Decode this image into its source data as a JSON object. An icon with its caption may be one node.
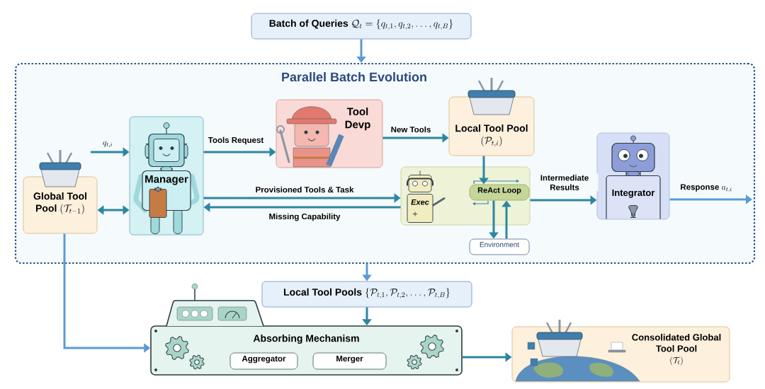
{
  "diagram": {
    "nodes": [
      {
        "text": [
          "Batch of Queries",
          "\\mathcal{Q}_t = \\{q_{t,1}, q_{t,2}, \\ldots, q_{t,B}\\}"
        ]
      },
      {
        "text": [
          "Parallel Batch Evolution"
        ]
      },
      {
        "text": [
          "Global Tool Pool",
          "(\\mathcal{T}_{t-1})"
        ],
        "in": 1
      },
      {
        "text": [
          "Manager"
        ],
        "in": 1
      },
      {
        "text": [
          "Tool Devp"
        ],
        "in": 1
      },
      {
        "text": [
          "Local Tool Pool",
          "(\\mathcal{P}_{t,i})"
        ],
        "in": 1
      },
      {
        "text": [
          "Exec"
        ],
        "in": 1
      },
      {
        "text": [
          "ReAct Loop"
        ],
        "in": 6
      },
      {
        "text": [
          "Environment"
        ],
        "in": 1
      },
      {
        "text": [
          "Integrator"
        ],
        "in": 1
      },
      {
        "text": [
          "Local Tool Pools",
          "\\{\\mathcal{P}_{t,1}, \\mathcal{P}_{t,2}, \\ldots, \\mathcal{P}_{t,B}\\}"
        ]
      },
      {
        "text": [
          "Absorbing Mechanism"
        ]
      },
      {
        "text": [
          "Aggregator"
        ],
        "in": 11
      },
      {
        "text": [
          "Merger"
        ],
        "in": 11
      },
      {
        "text": [
          "Consolidated Global Tool Pool",
          "(\\mathcal{T}_t)"
        ]
      }
    ],
    "edges": [
      {
        "from": 0,
        "to": 1,
        "arrow": "to",
        "color": "#5b9bd5"
      },
      {
        "from": null,
        "to": 3,
        "arrow": "to",
        "label": "q_{t,i}"
      },
      {
        "from": 2,
        "to": 3,
        "arrow": "both"
      },
      {
        "from": 3,
        "to": 4,
        "arrow": "to",
        "label": "Tools Request"
      },
      {
        "from": 4,
        "to": 5,
        "arrow": "to",
        "label": "New Tools"
      },
      {
        "from": 3,
        "to": 6,
        "arrow": "to",
        "label": "Provisioned Tools & Task"
      },
      {
        "from": 6,
        "to": 3,
        "arrow": "to",
        "label": "Missing Capability"
      },
      {
        "from": 5,
        "to": 7,
        "arrow": "to"
      },
      {
        "from": 7,
        "to": 8,
        "arrow": "to"
      },
      {
        "from": 8,
        "to": 7,
        "arrow": "to"
      },
      {
        "from": 6,
        "to": 9,
        "arrow": "to",
        "label": "Intermediate Results"
      },
      {
        "from": 9,
        "to": null,
        "arrow": "to",
        "label": "\\textbf{Response}\\; a_{t,i}",
        "color": "#5b9bd5"
      },
      {
        "from": 1,
        "to": 10,
        "arrow": "to",
        "color": "#5b9bd5"
      },
      {
        "from": 10,
        "to": 11,
        "arrow": "to"
      },
      {
        "from": 2,
        "to": 11,
        "arrow": "to",
        "color": "#5b9bd5"
      },
      {
        "from": 11,
        "to": 14,
        "arrow": "to"
      }
    ]
  }
}
